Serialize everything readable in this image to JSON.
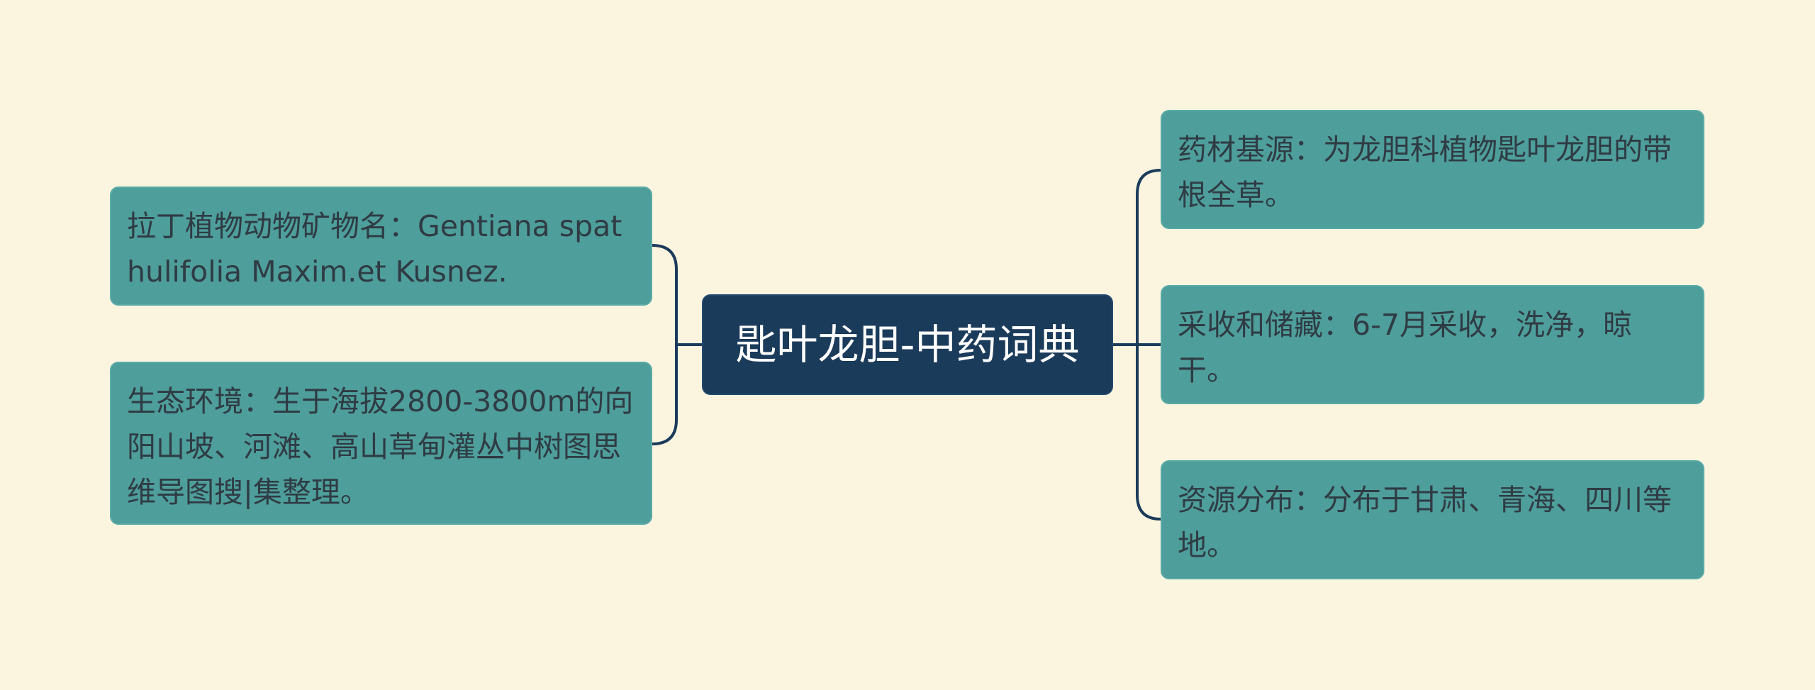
{
  "title": "匙叶龙胆-中药词典",
  "left_topics": [
    {
      "text": "拉丁植物动物矿物名：Gentiana spathulifolia Maxim.et Kusnez."
    },
    {
      "text": "生态环境：生于海拔2800-3800m的向阳山坡、河滩、高山草甸灌丛中树图思维导图搜|集整理。"
    }
  ],
  "right_topics": [
    {
      "text": "药材基源：为龙胆科植物匙叶龙胆的带根全草。"
    },
    {
      "text": "采收和储藏：6-7月采收，洗净，晾干。"
    },
    {
      "text": "资源分布：分布于甘肃、青海、四川等地。"
    }
  ],
  "colors": {
    "background": "#fbf5e0",
    "root_fill": "#1b3b5b",
    "topic_fill": "#4e9e9b",
    "connector": "#1b3b5b"
  }
}
